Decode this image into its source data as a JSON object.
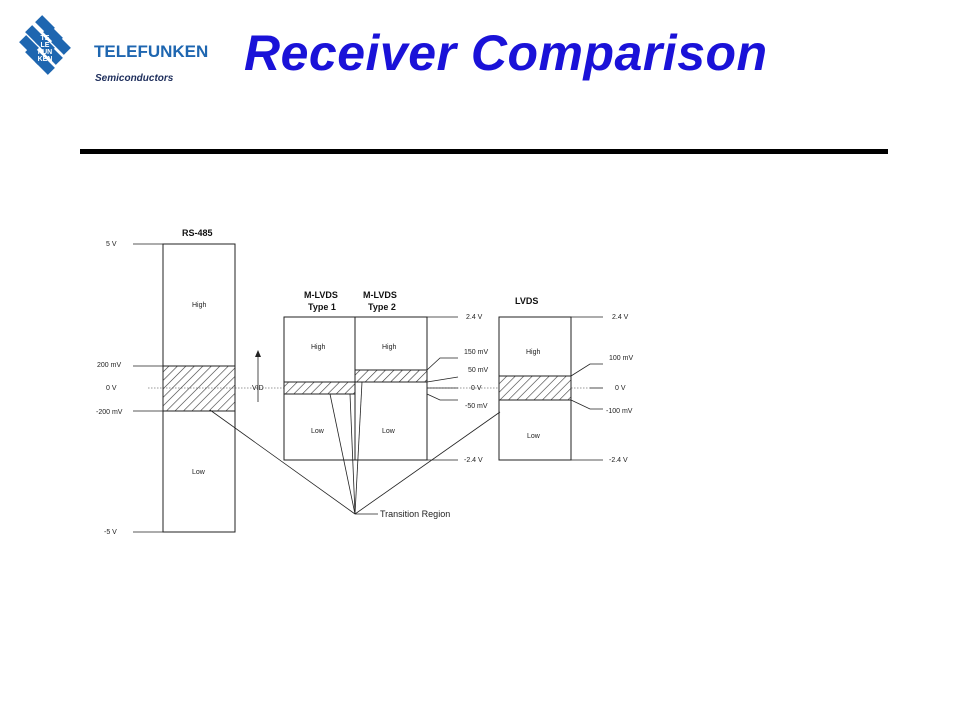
{
  "header": {
    "title": "Receiver Comparison",
    "logo_name": "TELEFUNKEN",
    "logo_sub": "Semiconductors",
    "logo_grid": [
      "TE",
      "LE",
      "FUN",
      "KEN"
    ],
    "accent_color": "#1a12d8",
    "logo_color": "#1e66b0"
  },
  "diagram": {
    "rs485": {
      "title": "RS-485",
      "levels": [
        "5 V",
        "200 mV",
        "0 V",
        "-200 mV",
        "-5 V"
      ],
      "high": "High",
      "low": "Low",
      "vid": "VID"
    },
    "mlvds": {
      "type1_title": [
        "M-LVDS",
        "Type 1"
      ],
      "type2_title": [
        "M-LVDS",
        "Type 2"
      ],
      "high": "High",
      "low": "Low",
      "levels": [
        "2.4 V",
        "150 mV",
        "50 mV",
        "0 V",
        "-50 mV",
        "-2.4 V"
      ]
    },
    "lvds": {
      "title": "LVDS",
      "high": "High",
      "low": "Low",
      "levels": [
        "2.4 V",
        "100 mV",
        "0 V",
        "-100 mV",
        "-2.4 V"
      ]
    },
    "transition_label": "Transition Region"
  }
}
